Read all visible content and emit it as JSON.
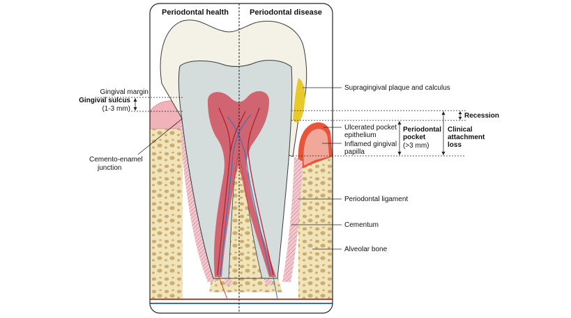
{
  "headers": {
    "health": "Periodontal health",
    "disease": "Periodontal disease"
  },
  "labels": {
    "gingival_margin": "Gingival margin",
    "gingival_sulcus": "Gingival sulcus",
    "sulcus_depth": "(1-3 mm)",
    "cej_line1": "Cemento-enamel",
    "cej_line2": "junction",
    "supragingival": "Supragingival plaque and calculus",
    "recession": "Recession",
    "ulcerated_line1": "Ulcerated pocket",
    "ulcerated_line2": "epithelium",
    "inflamed_line1": "Inflamed gingival",
    "inflamed_line2": "papilla",
    "pocket_line1": "Periodontal",
    "pocket_line2": "pocket",
    "pocket_depth": "(>3 mm)",
    "cal_line1": "Clinical",
    "cal_line2": "attachment",
    "cal_line3": "loss",
    "pdl": "Periodontal ligament",
    "cementum": "Cementum",
    "alveolar_bone": "Alveolar bone"
  },
  "colors": {
    "enamel": "#f4f1e6",
    "dentin": "#d5dcdc",
    "pulp": "#cf4f5e",
    "gingiva": "#f1b3b8",
    "inflamed_gingiva": "#e9553a",
    "bone": "#f1e4b8",
    "calculus": "#e9c82c",
    "vessel_red": "#d23a3a",
    "vessel_blue": "#2f6fc2"
  }
}
